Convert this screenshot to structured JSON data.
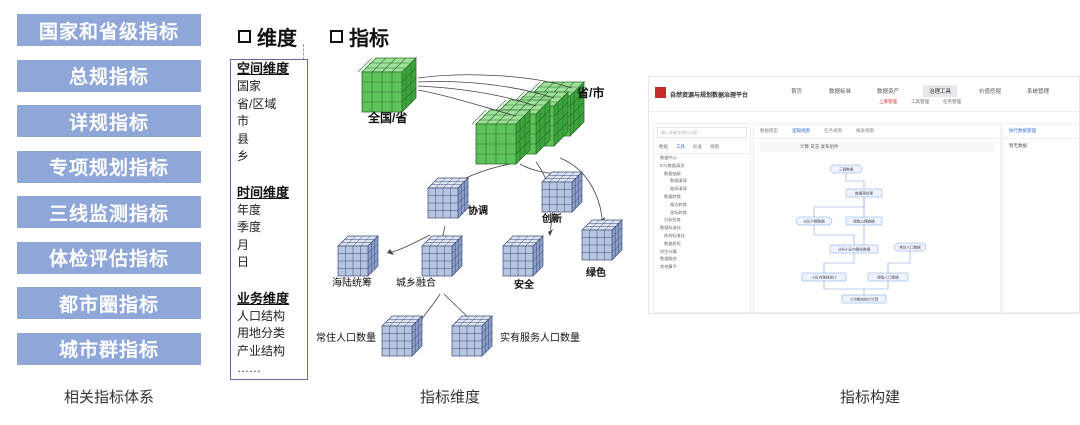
{
  "left": {
    "indicators": [
      "国家和省级指标",
      "总规指标",
      "详规指标",
      "专项规划指标",
      "三线监测指标",
      "体检评估指标",
      "都市圈指标",
      "城市群指标"
    ],
    "caption": "相关指标体系"
  },
  "middle": {
    "dim_heading": "维度",
    "ind_heading": "指标",
    "groups": [
      {
        "title": "空间维度",
        "items": [
          "国家",
          "省/区域",
          "市",
          "县",
          "乡"
        ]
      },
      {
        "title": "时间维度",
        "items": [
          "年度",
          "季度",
          "月",
          "日"
        ]
      },
      {
        "title": "业务维度",
        "items": [
          "人口结构",
          "用地分类",
          "产业结构",
          "……"
        ]
      }
    ],
    "cube_labels": {
      "national": "全国/省",
      "province": "省/市",
      "coordination": "协调",
      "innovation": "创新",
      "green": "绿色",
      "security": "安全",
      "sea_land": "海陆统筹",
      "urban_rural": "城乡融合",
      "resident_pop": "常住人口数量",
      "service_pop": "实有服务人口数量"
    },
    "caption": "指标维度"
  },
  "right": {
    "caption": "指标构建",
    "app": {
      "title": "自然资源与规划数据治理平台",
      "nav": [
        "首页",
        "数据标准",
        "数据资产",
        "治理工具",
        "价值挖掘",
        "系统管理"
      ],
      "active_nav": "治理工具",
      "subnav": [
        "上库管理",
        "工具管理",
        "任务管理"
      ],
      "search_placeholder": "输入关键字进行过滤",
      "side_tabs": [
        "数据",
        "工具",
        "标准",
        "视图"
      ],
      "tree": [
        "数据中心",
        "ETL数据清洗",
        "数据抽取",
        "数据清理",
        "抽样清理",
        "数据转换",
        "格式转换",
        "坐标转换",
        "分析检查",
        "数据标准化",
        "结构标准化",
        "数据质检",
        "时空计算",
        "数据融合",
        "其他算子"
      ],
      "center_tabs": [
        "数据模型",
        "逻辑视图",
        "任务视图",
        "报表视图"
      ],
      "toolbar": "计算   日志   发布组件",
      "flow_nodes": [
        "三调数据",
        "数据预处理",
        "分区户籍数据",
        "提取公路数据",
        "分析小区内路线数据",
        "常住人口数据",
        "小区内路线统计",
        "提取人口数据",
        "人均路线统计计算"
      ],
      "right_tab": "执行数据管理",
      "right_text": "暂无数据"
    }
  }
}
